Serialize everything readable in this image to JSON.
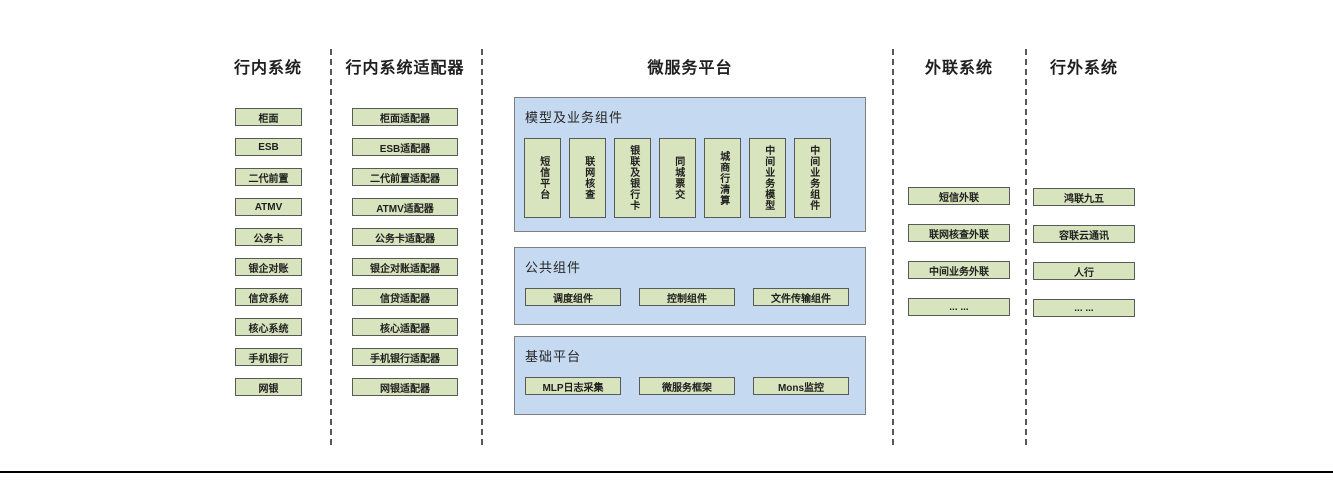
{
  "diagram": {
    "title": "microservice-platform-architecture",
    "columns": [
      {
        "id": "internal-systems",
        "title": "行内系统",
        "boxes": [
          "柜面",
          "ESB",
          "二代前置",
          "ATMV",
          "公务卡",
          "银企对账",
          "信贷系统",
          "核心系统",
          "手机银行",
          "网银"
        ]
      },
      {
        "id": "internal-system-adapters",
        "title": "行内系统适配器",
        "boxes": [
          "柜面适配器",
          "ESB适配器",
          "二代前置适配器",
          "ATMV适配器",
          "公务卡适配器",
          "银企对账适配器",
          "信贷适配器",
          "核心适配器",
          "手机银行适配器",
          "网银适配器"
        ]
      },
      {
        "id": "microservice-platform",
        "title": "微服务平台",
        "panels": [
          {
            "label": "模型及业务组件",
            "orientation": "vertical",
            "boxes": [
              "短信平台",
              "联网核查",
              "银联及银行卡",
              "同城票交",
              "城商行清算",
              "中间业务模型",
              "中间业务组件"
            ]
          },
          {
            "label": "公共组件",
            "orientation": "horizontal",
            "boxes": [
              "调度组件",
              "控制组件",
              "文件传输组件"
            ]
          },
          {
            "label": "基础平台",
            "orientation": "horizontal",
            "boxes": [
              "MLP日志采集",
              "微服务框架",
              "Mons监控"
            ]
          }
        ]
      },
      {
        "id": "external-connection-systems",
        "title": "外联系统",
        "boxes": [
          "短信外联",
          "联网核查外联",
          "中间业务外联",
          "... ..."
        ]
      },
      {
        "id": "out-of-bank-systems",
        "title": "行外系统",
        "boxes": [
          "鸿联九五",
          "容联云通讯",
          "人行",
          "... ..."
        ]
      }
    ],
    "colors": {
      "box_fill": "#d7e4bd",
      "box_border": "#595959",
      "panel_fill": "#c5d9f0",
      "panel_border": "#7f7f7f",
      "separator": "#595959",
      "baseline": "#000000",
      "text": "#1f1f1f"
    }
  }
}
